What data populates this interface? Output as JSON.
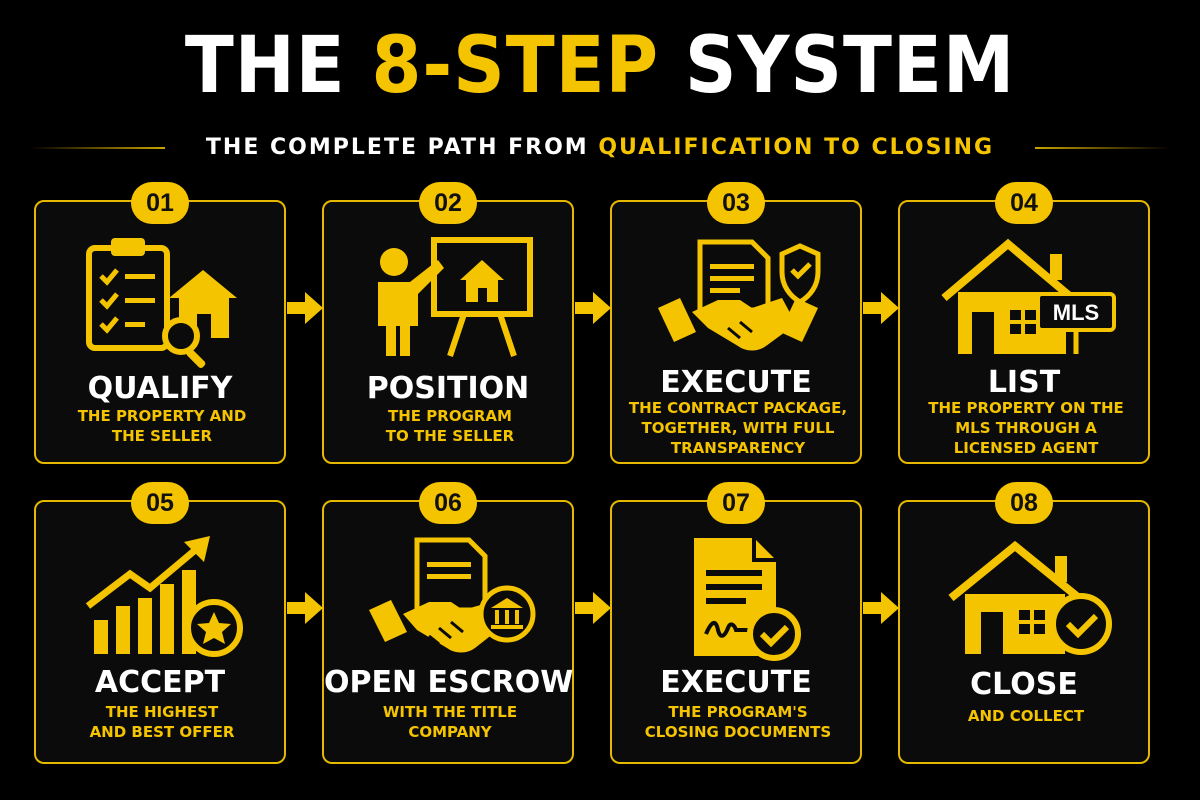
{
  "title": {
    "part1": "THE ",
    "part2": "8-STEP",
    "part3": " SYSTEM"
  },
  "subtitle": {
    "part1": "THE COMPLETE PATH FROM ",
    "part2": "QUALIFICATION TO CLOSING"
  },
  "colors": {
    "accent": "#f5c400",
    "background": "#000000",
    "card_border": "#e6b800",
    "text": "#ffffff"
  },
  "steps": [
    {
      "number": "01",
      "heading": "QUALIFY",
      "sub": "THE PROPERTY AND\nTHE SELLER",
      "icon": "clipboard-house-magnifier-icon"
    },
    {
      "number": "02",
      "heading": "POSITION",
      "sub": "THE PROGRAM\nTO THE SELLER",
      "icon": "presenter-board-icon"
    },
    {
      "number": "03",
      "heading": "EXECUTE",
      "sub": "THE CONTRACT PACKAGE,\nTOGETHER, WITH FULL\nTRANSPARENCY",
      "icon": "handshake-contract-shield-icon"
    },
    {
      "number": "04",
      "heading": "LIST",
      "sub": "THE PROPERTY ON THE\nMLS THROUGH A\nLICENSED AGENT",
      "icon": "house-mls-sign-icon",
      "sign_label": "MLS"
    },
    {
      "number": "05",
      "heading": "ACCEPT",
      "sub": "THE HIGHEST\nAND BEST OFFER",
      "icon": "growth-chart-star-icon"
    },
    {
      "number": "06",
      "heading": "OPEN ESCROW",
      "sub": "WITH THE TITLE\nCOMPANY",
      "icon": "handshake-bank-icon"
    },
    {
      "number": "07",
      "heading": "EXECUTE",
      "sub": "THE PROGRAM'S\nCLOSING DOCUMENTS",
      "icon": "signed-document-check-icon"
    },
    {
      "number": "08",
      "heading": "CLOSE",
      "sub": "AND COLLECT",
      "icon": "house-check-icon"
    }
  ]
}
